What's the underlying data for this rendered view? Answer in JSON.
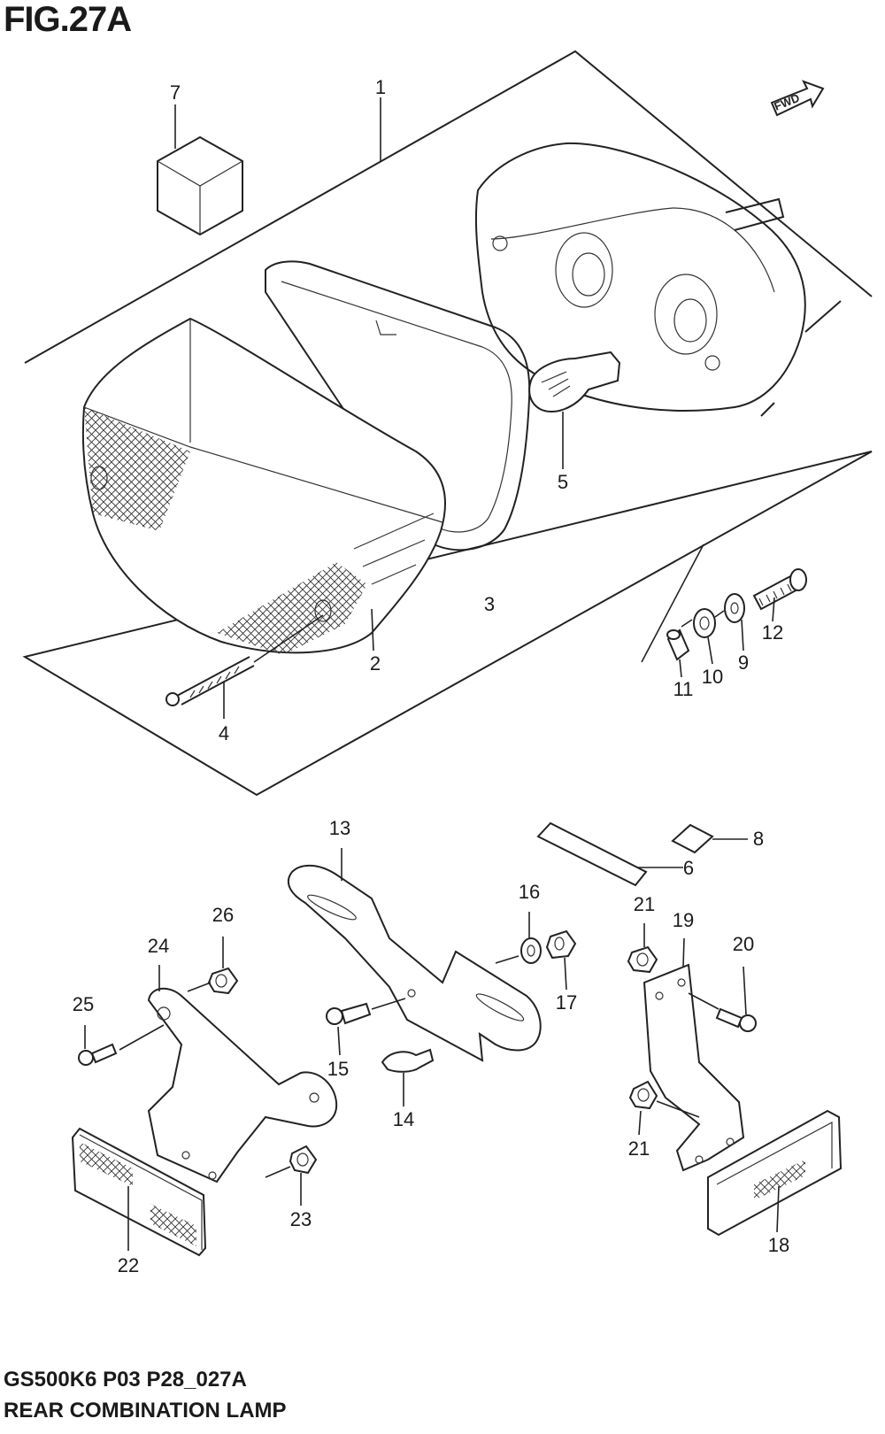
{
  "figure": {
    "title": "FIG.27A",
    "code": "GS500K6 P03 P28_027A",
    "name": "REAR COMBINATION LAMP"
  },
  "fwd_indicator": {
    "text": "FWD",
    "icon": "forward-arrow-icon"
  },
  "callouts": [
    {
      "part": "1",
      "label": "1"
    },
    {
      "part": "2",
      "label": "2"
    },
    {
      "part": "3",
      "label": "3"
    },
    {
      "part": "4",
      "label": "4"
    },
    {
      "part": "5",
      "label": "5"
    },
    {
      "part": "6",
      "label": "6"
    },
    {
      "part": "7",
      "label": "7"
    },
    {
      "part": "8",
      "label": "8"
    },
    {
      "part": "9",
      "label": "9"
    },
    {
      "part": "10",
      "label": "10"
    },
    {
      "part": "11",
      "label": "11"
    },
    {
      "part": "12",
      "label": "12"
    },
    {
      "part": "13",
      "label": "13"
    },
    {
      "part": "14",
      "label": "14"
    },
    {
      "part": "15",
      "label": "15"
    },
    {
      "part": "16",
      "label": "16"
    },
    {
      "part": "17",
      "label": "17"
    },
    {
      "part": "18",
      "label": "18"
    },
    {
      "part": "19",
      "label": "19"
    },
    {
      "part": "20",
      "label": "20"
    },
    {
      "part": "21",
      "label": "21"
    },
    {
      "part": "21b",
      "label": "21"
    },
    {
      "part": "22",
      "label": "22"
    },
    {
      "part": "23",
      "label": "23"
    },
    {
      "part": "24",
      "label": "24"
    },
    {
      "part": "25",
      "label": "25"
    },
    {
      "part": "26",
      "label": "26"
    }
  ],
  "colors": {
    "line": "#222222",
    "background": "#ffffff"
  }
}
